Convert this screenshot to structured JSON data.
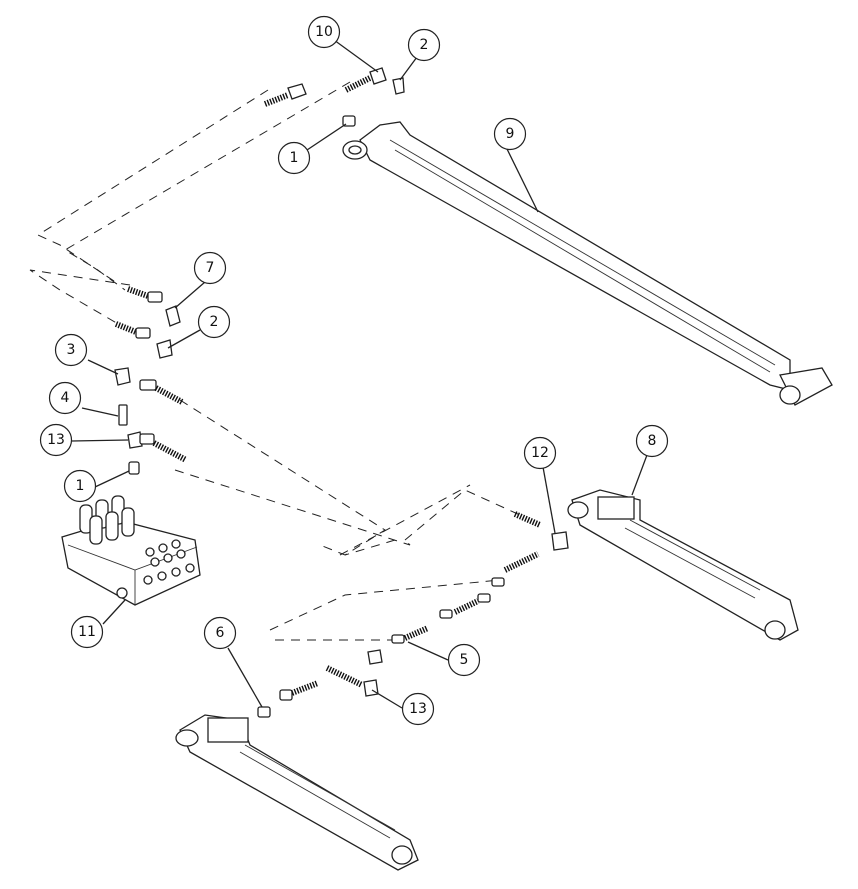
{
  "callouts": [
    {
      "id": "c10",
      "label": "10"
    },
    {
      "id": "c2a",
      "label": "2"
    },
    {
      "id": "c1a",
      "label": "1"
    },
    {
      "id": "c9",
      "label": "9"
    },
    {
      "id": "c7",
      "label": "7"
    },
    {
      "id": "c2b",
      "label": "2"
    },
    {
      "id": "c3",
      "label": "3"
    },
    {
      "id": "c4",
      "label": "4"
    },
    {
      "id": "c13a",
      "label": "13"
    },
    {
      "id": "c1b",
      "label": "1"
    },
    {
      "id": "c11",
      "label": "11"
    },
    {
      "id": "c12",
      "label": "12"
    },
    {
      "id": "c8",
      "label": "8"
    },
    {
      "id": "c6",
      "label": "6"
    },
    {
      "id": "c5",
      "label": "5"
    },
    {
      "id": "c13b",
      "label": "13"
    }
  ]
}
